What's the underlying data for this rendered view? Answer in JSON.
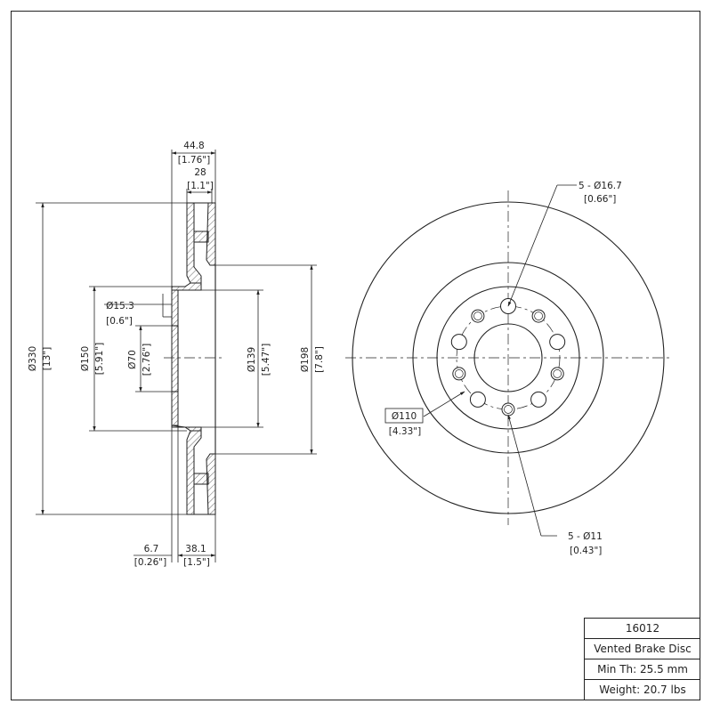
{
  "side_view": {
    "overall_width": {
      "value": "44.8",
      "inch": "[1.76\"]"
    },
    "vane_width": {
      "value": "28",
      "inch": "[1.1\"]"
    },
    "outer_diameter": {
      "value": "Ø330",
      "inch": "[13\"]"
    },
    "hub_diameter": {
      "value": "Ø150",
      "inch": "[5.91\"]"
    },
    "hub_wall": {
      "value": "Ø15.3",
      "inch": "[0.6\"]"
    },
    "center_bore": {
      "value": "Ø70",
      "inch": "[2.76\"]"
    },
    "hat_diameter": {
      "value": "Ø139",
      "inch": "[5.47\"]"
    },
    "inner_friction_diameter": {
      "value": "Ø198",
      "inch": "[7.8\"]"
    },
    "hat_thickness": {
      "value": "6.7",
      "inch": "[0.26\"]"
    },
    "offset": {
      "value": "38.1",
      "inch": "[1.5\"]"
    }
  },
  "front_view": {
    "large_holes": {
      "value": "5 - Ø16.7",
      "inch": "[0.66\"]"
    },
    "bolt_circle": {
      "value": "Ø110",
      "inch": "[4.33\"]"
    },
    "small_holes": {
      "value": "5 - Ø11",
      "inch": "[0.43\"]"
    }
  },
  "title_block": {
    "part_number": "16012",
    "description": "Vented Brake Disc",
    "min_thickness": "Min Th: 25.5 mm",
    "weight": "Weight: 20.7 lbs"
  }
}
